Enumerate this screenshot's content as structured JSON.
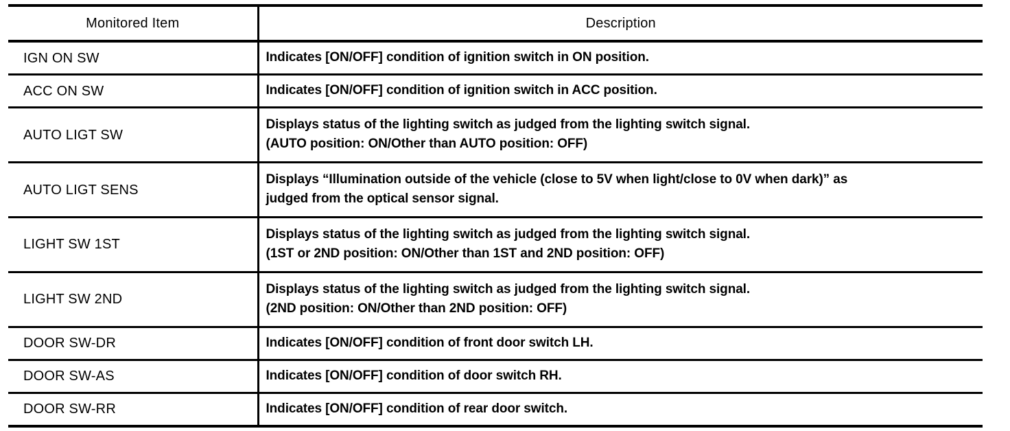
{
  "table": {
    "columns": [
      {
        "key": "item",
        "header": "Monitored Item",
        "align": "center"
      },
      {
        "key": "description",
        "header": "Description",
        "align": "center"
      }
    ],
    "rows": [
      {
        "item": "IGN ON SW",
        "description_lines": [
          "Indicates [ON/OFF] condition of ignition switch in ON position."
        ]
      },
      {
        "item": "ACC ON SW",
        "description_lines": [
          "Indicates [ON/OFF] condition of ignition switch in ACC position."
        ]
      },
      {
        "item": "AUTO LIGT SW",
        "description_lines": [
          "Displays status of the lighting switch as judged from the lighting switch signal.",
          "(AUTO position: ON/Other than AUTO position: OFF)"
        ]
      },
      {
        "item": "AUTO LIGT SENS",
        "description_lines": [
          "Displays “Illumination outside of the vehicle (close to 5V when light/close to 0V when dark)” as",
          "judged from the optical sensor signal."
        ]
      },
      {
        "item": "LIGHT SW 1ST",
        "description_lines": [
          "Displays status of the lighting switch as judged from the lighting switch signal.",
          "(1ST or 2ND position: ON/Other than 1ST and 2ND position: OFF)"
        ]
      },
      {
        "item": "LIGHT SW 2ND",
        "description_lines": [
          "Displays status of the lighting switch as judged from the lighting switch signal.",
          "(2ND position: ON/Other than 2ND position: OFF)"
        ]
      },
      {
        "item": "DOOR SW-DR",
        "description_lines": [
          "Indicates [ON/OFF] condition of front door switch LH."
        ]
      },
      {
        "item": "DOOR SW-AS",
        "description_lines": [
          "Indicates [ON/OFF] condition of door switch RH."
        ]
      },
      {
        "item": "DOOR SW-RR",
        "description_lines": [
          "Indicates [ON/OFF] condition of rear door switch."
        ]
      }
    ]
  },
  "colors": {
    "rule": "#000000",
    "text": "#000000",
    "background": "#ffffff"
  }
}
